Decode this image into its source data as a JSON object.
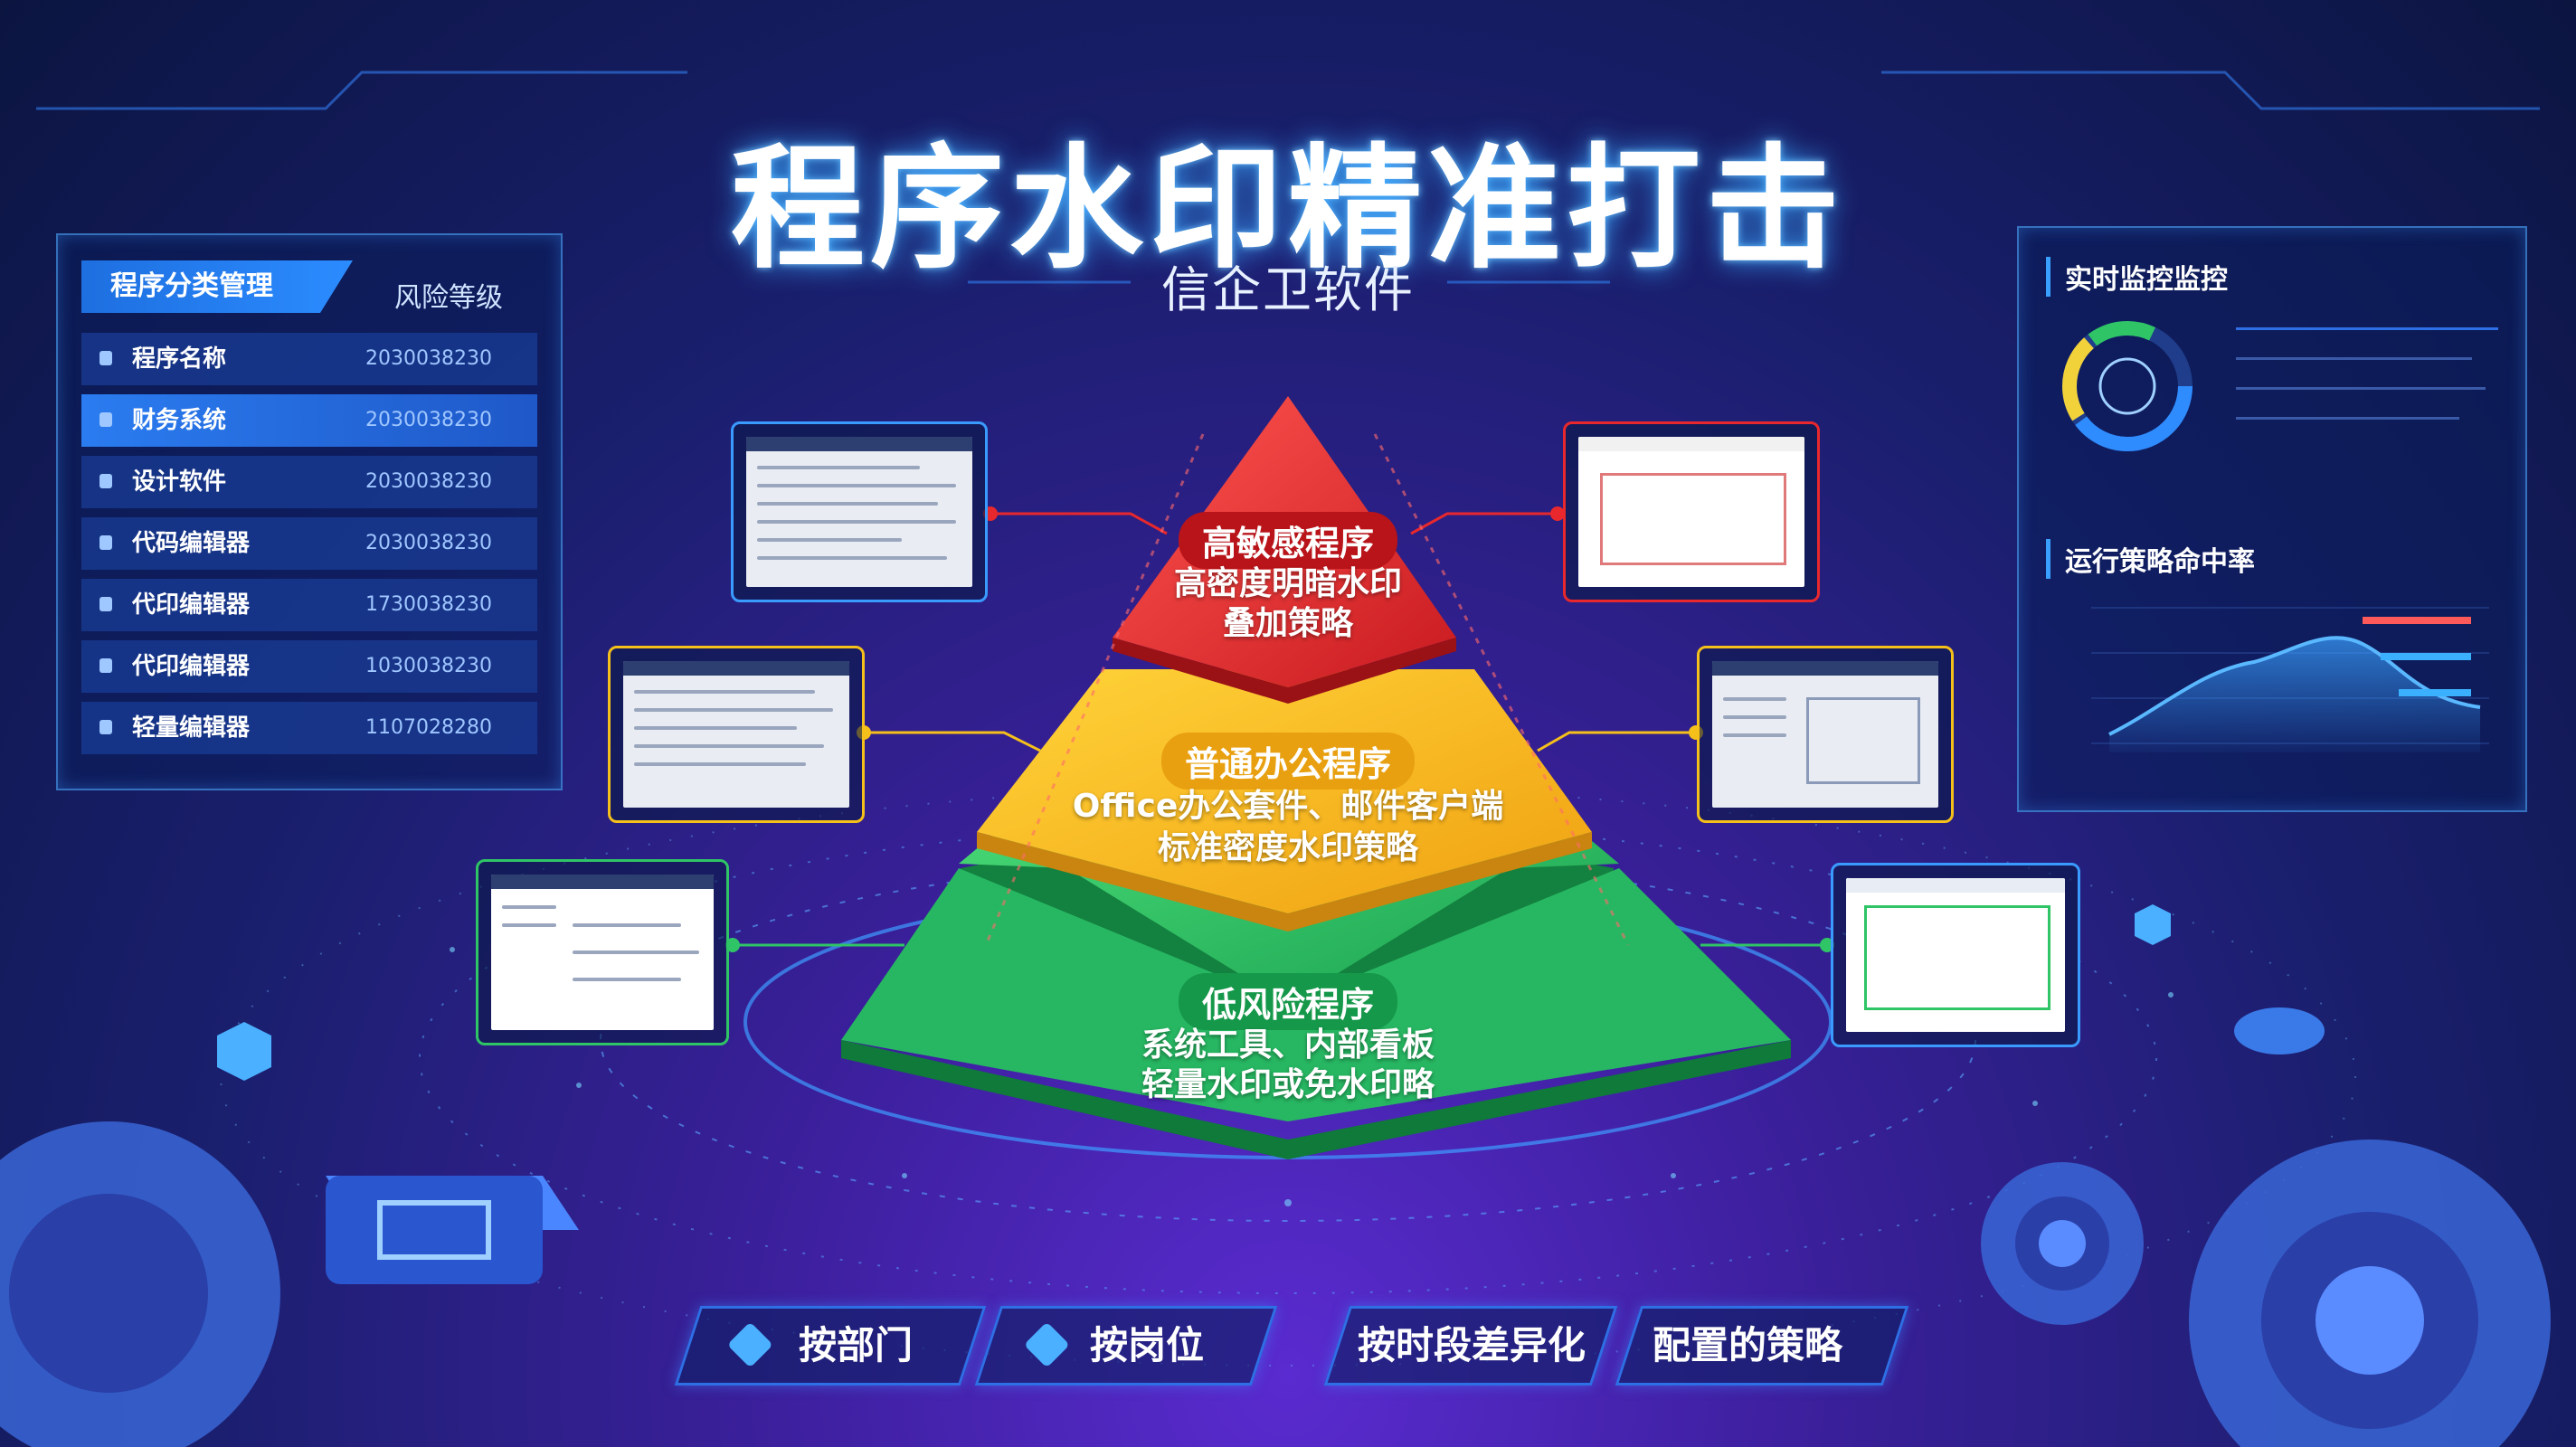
{
  "title": "程序水印精准打击",
  "subtitle": "信企卫软件",
  "left_panel": {
    "header": "程序分类管理",
    "header_right": "风险等级",
    "rows": [
      {
        "name": "程序名称",
        "code": "2030038230"
      },
      {
        "name": "财务系统",
        "code": "2030038230"
      },
      {
        "name": "设计软件",
        "code": "2030038230"
      },
      {
        "name": "代码编辑器",
        "code": "2030038230"
      },
      {
        "name": "代印编辑器",
        "code": "1730038230"
      },
      {
        "name": "代印编辑器",
        "code": "1030038230"
      },
      {
        "name": "轻量编辑器",
        "code": "1107028280"
      }
    ]
  },
  "right_panel": {
    "monitor_title": "实时监控监控",
    "strategy_title": "运行策略命中率"
  },
  "pyramid": {
    "top": {
      "title": "高敏感程序",
      "desc1": "高密度明暗水印",
      "desc2": "叠加策略"
    },
    "mid": {
      "title": "普通办公程序",
      "desc1": "Office办公套件、邮件客户端",
      "desc2": "标准密度水印策略"
    },
    "bottom": {
      "title": "低风险程序",
      "desc1": "系统工具、内部看板",
      "desc2": "轻量水印或免水印略"
    }
  },
  "tags": [
    {
      "label": "按部门"
    },
    {
      "label": "按岗位"
    },
    {
      "label": "按时段差异化"
    },
    {
      "label": "配置的策略"
    }
  ],
  "colors": {
    "red": "#e8282c",
    "yellow": "#f5c01a",
    "green": "#2fc466",
    "accent": "#2f8cff"
  }
}
